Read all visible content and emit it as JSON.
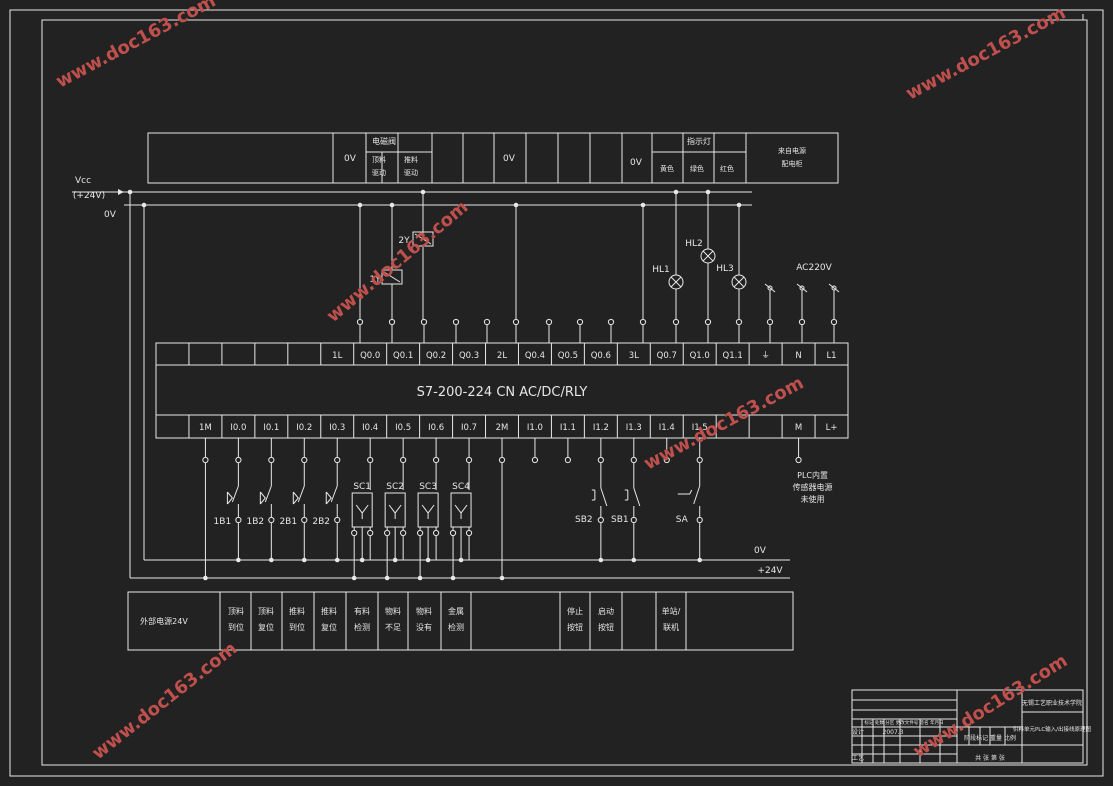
{
  "watermark": "www.doc163.com",
  "header": {
    "zero_volt": "0V",
    "solenoid_group": "电磁阀",
    "feed_push": "顶料\n驱动",
    "push_drive": "推料\n驱动",
    "indicator_group": "指示灯",
    "yellow": "黄色",
    "green": "绿色",
    "red": "红色",
    "power_source": "来自电源\n配电柜"
  },
  "bus": {
    "vcc": "Vcc",
    "vcc_value": "(+24V)",
    "zero": "0V",
    "zero_bottom": "0V",
    "plus24": "+24V",
    "ac220": "AC220V"
  },
  "components": {
    "sol_1y": "1Y",
    "sol_2y": "2Y",
    "hl1": "HL1",
    "hl2": "HL2",
    "hl3": "HL3",
    "b1": "1B1",
    "b2": "1B2",
    "b3": "2B1",
    "b4": "2B2",
    "sc1": "SC1",
    "sc2": "SC2",
    "sc3": "SC3",
    "sc4": "SC4",
    "sb2": "SB2",
    "sb1": "SB1",
    "sa": "SA"
  },
  "plc": {
    "model": "S7-200-224 CN AC/DC/RLY",
    "outputs": [
      "",
      "",
      "",
      "",
      "",
      "1L",
      "Q0.0",
      "Q0.1",
      "Q0.2",
      "Q0.3",
      "2L",
      "Q0.4",
      "Q0.5",
      "Q0.6",
      "3L",
      "Q0.7",
      "Q1.0",
      "Q1.1",
      "⏚",
      "N",
      "L1"
    ],
    "inputs": [
      "",
      "1M",
      "I0.0",
      "I0.1",
      "I0.2",
      "I0.3",
      "I0.4",
      "I0.5",
      "I0.6",
      "I0.7",
      "2M",
      "I1.0",
      "I1.1",
      "I1.2",
      "I1.3",
      "I1.4",
      "I1.5",
      "",
      "",
      "M",
      "L+"
    ],
    "sensor_note": "PLC内置\n传感器电源\n未使用"
  },
  "footer": {
    "ext_power": "外部电源24V",
    "c1": "顶料\n到位",
    "c2": "顶料\n复位",
    "c3": "推料\n到位",
    "c4": "推料\n复位",
    "c5": "有料\n检测",
    "c6": "物料\n不足",
    "c7": "物料\n没有",
    "c8": "金属\n检测",
    "c9": "停止\n按钮",
    "c10": "启动\n按钮",
    "c11": "单站/\n联机"
  },
  "title_block": {
    "school": "无锡工艺职业技术学院",
    "drawing": "供料单元PLC输入/出接线原理图",
    "year": "2007.3",
    "row1": "标记 处数 分区 更改文件号 签名 年月日",
    "row2": "设计",
    "row3": "审核",
    "row4": "工艺",
    "row5": "批准",
    "stage": "阶段标记 重量 比例",
    "sheet": "共 张 第 张"
  }
}
